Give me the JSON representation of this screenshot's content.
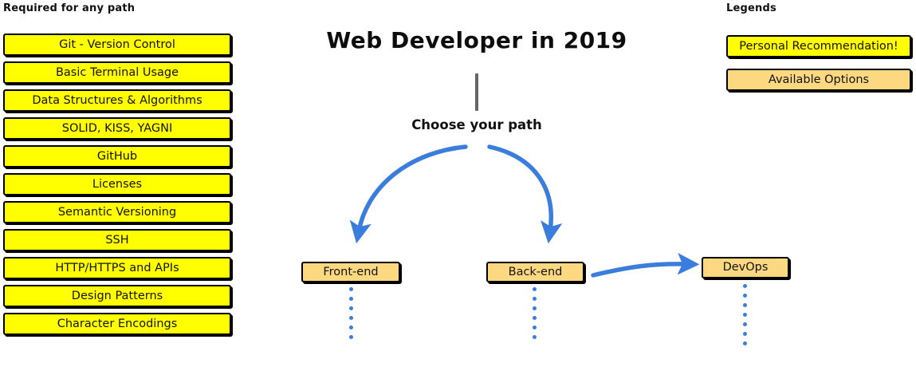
{
  "page": {
    "title": "Web Developer in 2019",
    "background": "#ffffff"
  },
  "colors": {
    "recommended": "#ffff00",
    "available": "#fcd980",
    "arrow": "#3b7ddd",
    "stem": "#666666",
    "outline": "#000000"
  },
  "required_section": {
    "heading": "Required for any path",
    "items": [
      {
        "label": "Git - Version Control"
      },
      {
        "label": "Basic Terminal Usage"
      },
      {
        "label": "Data Structures & Algorithms"
      },
      {
        "label": "SOLID, KISS, YAGNI"
      },
      {
        "label": "GitHub"
      },
      {
        "label": "Licenses"
      },
      {
        "label": "Semantic Versioning"
      },
      {
        "label": "SSH"
      },
      {
        "label": "HTTP/HTTPS and APIs"
      },
      {
        "label": "Design Patterns"
      },
      {
        "label": "Character Encodings"
      }
    ]
  },
  "legends_section": {
    "heading": "Legends",
    "items": [
      {
        "label": "Personal Recommendation!",
        "style": "recommended"
      },
      {
        "label": "Available Options",
        "style": "available"
      }
    ]
  },
  "flow": {
    "choose_label": "Choose your path",
    "paths": [
      {
        "label": "Front-end"
      },
      {
        "label": "Back-end"
      },
      {
        "label": "DevOps"
      }
    ]
  },
  "icons": {
    "branch_arrow_left": "curved-arrow-down-left-icon",
    "branch_arrow_right": "curved-arrow-down-right-icon",
    "link_arrow": "curved-arrow-right-icon",
    "stem": "vertical-connector-icon",
    "continuation": "dotted-continuation-icon"
  }
}
